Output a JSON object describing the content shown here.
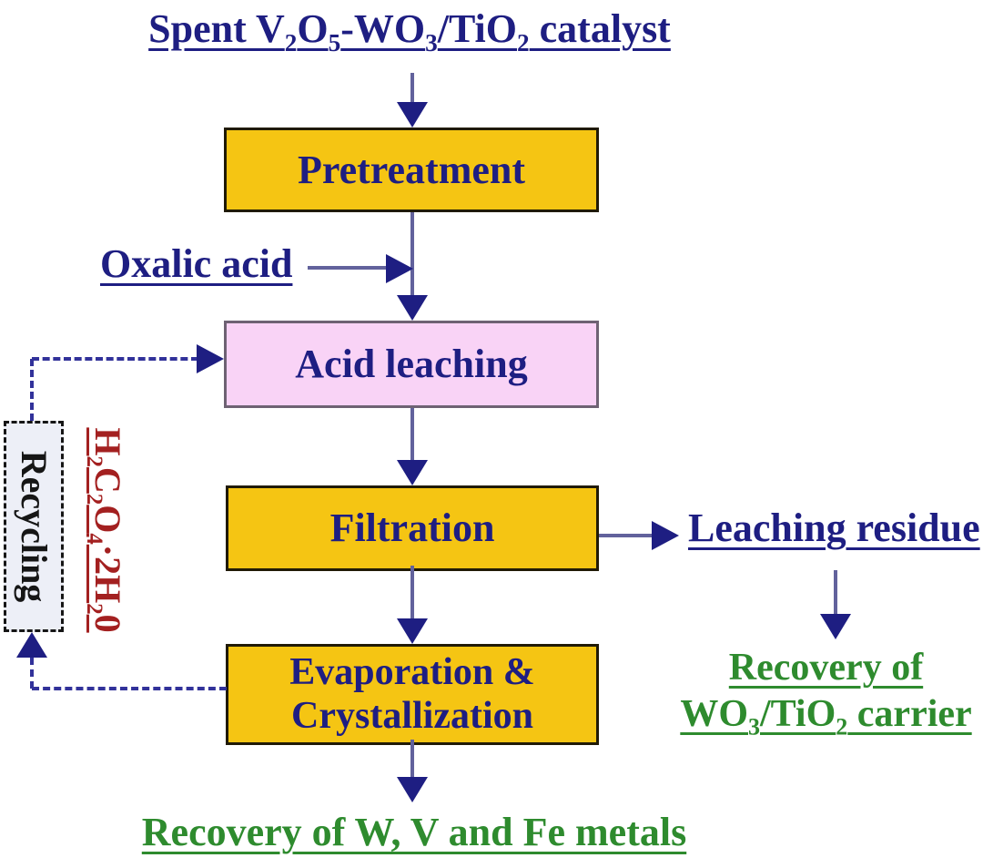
{
  "palette": {
    "gold": "#f5c513",
    "gold-border": "#201a06",
    "pink": "#f9d3f6",
    "pink-border": "#6e6273",
    "navy": "#1e1e82",
    "stem": "#62629c",
    "dash": "#32329a",
    "green": "#2e8b2e",
    "red": "#a32020",
    "recycle-bg": "#edeff7"
  },
  "nodes": {
    "source": {
      "parts": [
        {
          "t": "Spent V"
        },
        {
          "sub": "2"
        },
        {
          "t": "O"
        },
        {
          "sub": "5"
        },
        {
          "t": "-WO"
        },
        {
          "sub": "3"
        },
        {
          "t": "/TiO"
        },
        {
          "sub": "2"
        },
        {
          "t": " catalyst"
        }
      ]
    },
    "pretreatment": {
      "label": "Pretreatment"
    },
    "oxalic_acid": {
      "label": "Oxalic acid"
    },
    "acid_leaching": {
      "label": "Acid leaching"
    },
    "filtration": {
      "label": "Filtration"
    },
    "leaching_residue": {
      "label": "Leaching residue"
    },
    "recovery_carrier": {
      "line1_parts": [
        {
          "t": "Recovery of"
        }
      ],
      "line2_parts": [
        {
          "t": "WO"
        },
        {
          "sub": "3"
        },
        {
          "t": "/TiO"
        },
        {
          "sub": "2"
        },
        {
          "t": " carrier"
        }
      ]
    },
    "evaporation_crystallization": {
      "line1": "Evaporation &",
      "line2": "Crystallization"
    },
    "recovery_metals": {
      "label": "Recovery of W, V and Fe metals"
    },
    "recycling": {
      "label": "Recycling"
    },
    "oxalic_recycle_stream": {
      "parts": [
        {
          "t": "H"
        },
        {
          "sub": "2"
        },
        {
          "t": "C"
        },
        {
          "sub": "2"
        },
        {
          "t": "O"
        },
        {
          "sub": "4"
        },
        {
          "t": "·2H"
        },
        {
          "sub": "2"
        },
        {
          "t": "0"
        }
      ]
    }
  }
}
